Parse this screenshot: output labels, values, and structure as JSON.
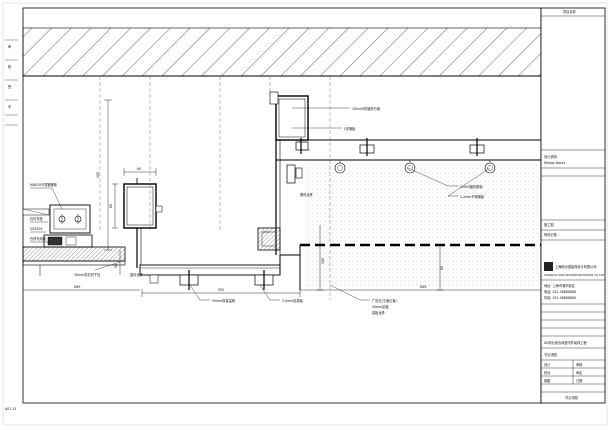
{
  "drawing": {
    "dims": {
      "d400": "400",
      "d60_top": "60",
      "d60_left": "60",
      "d50": "50",
      "d350": "350",
      "d100": "100",
      "d80": "80",
      "dim_left": "DIM.",
      "dim_right": "DIM."
    },
    "labels": {
      "l1": "M8X35不锈钢螺栓",
      "l2": "石材背栓",
      "l3": "30mm厚石材干挂",
      "l4": "SUS304",
      "l5": "石材专用胶",
      "l6": "L形钢板",
      "l7": "100x50热镀锌方钢",
      "l8": "1.2mm不锈钢板",
      "l9": "L50x5镀锌角钢",
      "l10": "50mm厚保温棉",
      "l11": "2.0mm铝单板",
      "l12": "铝板龙骨",
      "l13": "广告位(平面位置)",
      "l14": "30mm铝板",
      "l15": "竖向龙骨",
      "l16": "横向龙骨"
    },
    "page_number": "A01-15"
  },
  "title_block": {
    "header": "项目名称",
    "rows": [
      "设计说明",
      "Design Notes",
      "施工图",
      "修改记录"
    ],
    "company_cn": "上海斯迈迪装饰设计有限公司",
    "company_en": "SHANGHAI SMD DECORATION DESIGN CO.,LTD",
    "address_lines": [
      "地址: 上海市浦东新区",
      "电话: 021-58888888",
      "传真: 021-58888889"
    ],
    "project": "XX商业综合体室内外装饰工程",
    "drawing_title": "节点详图",
    "grid": [
      [
        "设计",
        "",
        "审核",
        ""
      ],
      [
        "校对",
        "",
        "审定",
        ""
      ],
      [
        "制图",
        "",
        "日期",
        ""
      ]
    ],
    "sheet_label": "节点详图"
  },
  "margin_labels": [
    "审",
    "核",
    "签",
    "字"
  ]
}
